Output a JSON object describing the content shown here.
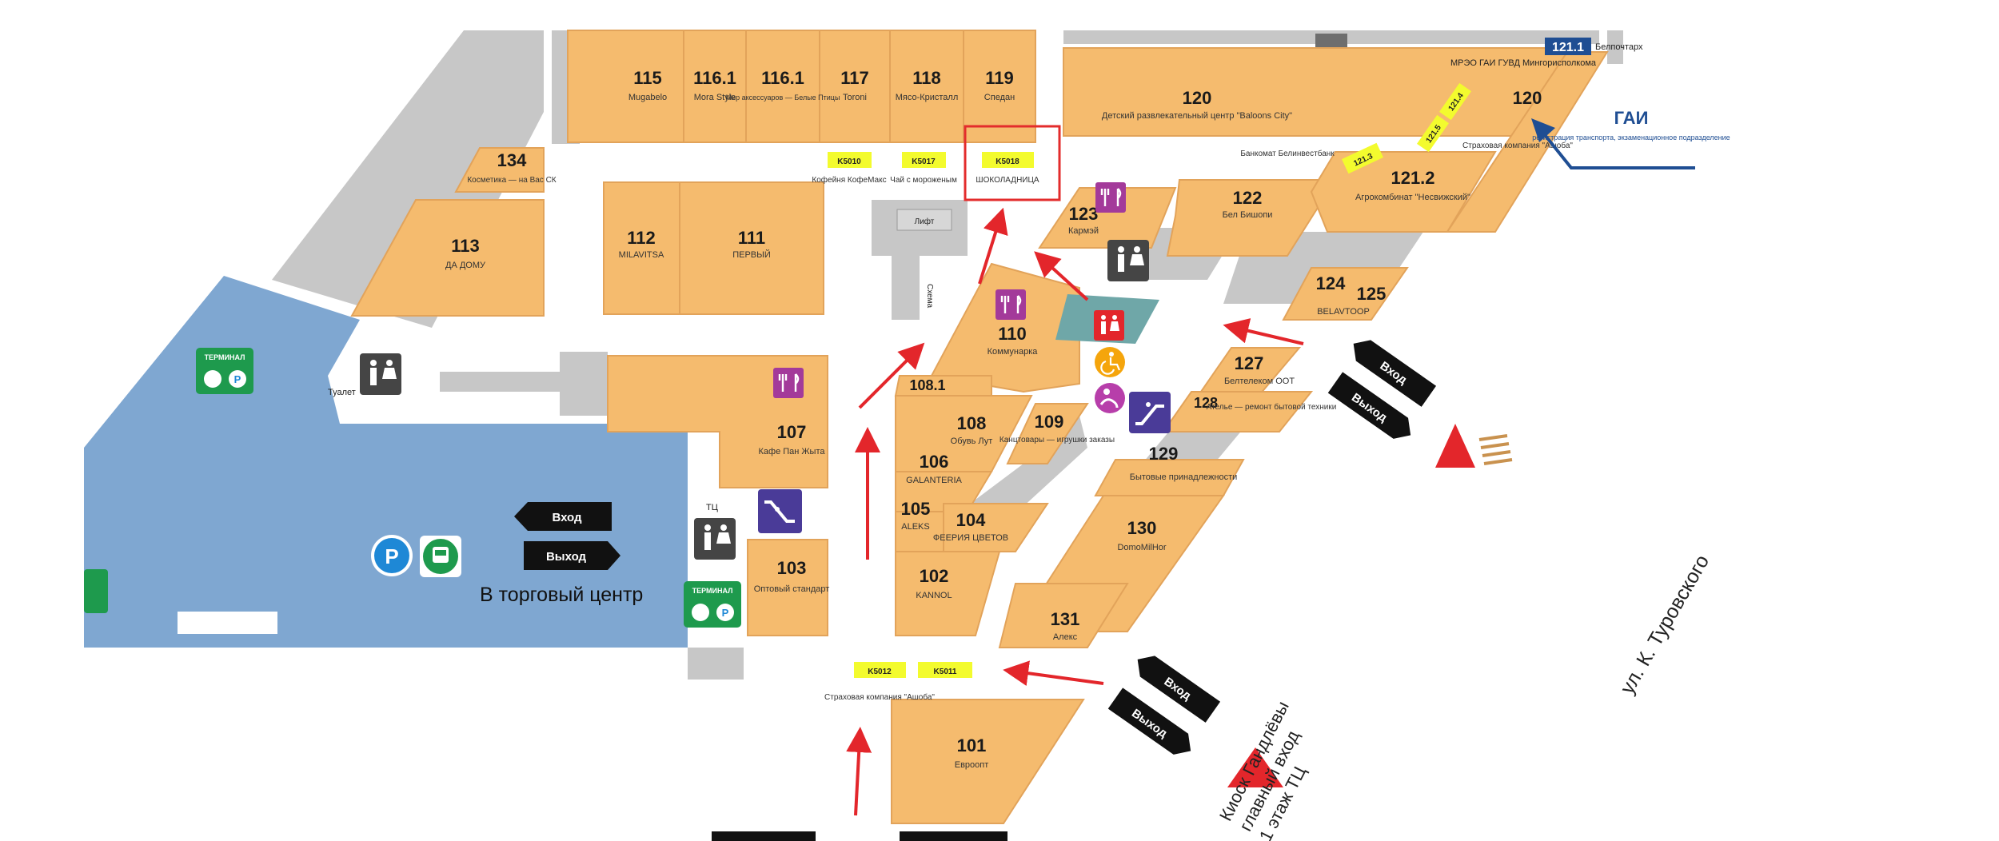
{
  "colors": {
    "shop": "#F5BB6E",
    "shop_stroke": "#E2A35A",
    "grey": "#C7C7C7",
    "parking": "#7FA7D1",
    "kiosk": "#F3FB2E",
    "arrow": "#E3262B",
    "sign": "#111111",
    "food_icon": "#A33A9A",
    "wc_icon": "#454545",
    "escalator_icon": "#4A3B98",
    "gai_blue": "#1F4E93",
    "parking_icon": "#1E88D6",
    "green_icon": "#1E9A4D",
    "highlight": "#E32C2C"
  },
  "shops": {
    "s115": {
      "num": "115",
      "name": "Mugabelo"
    },
    "s116a": {
      "num": "116.1",
      "name": "Mora Style"
    },
    "s116b": {
      "num": "116.1",
      "name": "Мир аксессуаров — Белые Птицы"
    },
    "s117": {
      "num": "117",
      "name": "Toroni"
    },
    "s118": {
      "num": "118",
      "name": "Мясо-Кристалл"
    },
    "s119": {
      "num": "119",
      "name": "Спедан"
    },
    "s120": {
      "num": "120",
      "name": "Детский развлекательный центр \"Baloons City\""
    },
    "s120b": {
      "num": "120",
      "name": "Страховая компания \"Ашоба\""
    },
    "s121_2": {
      "num": "121.2",
      "name": "Агрокомбинат \"Несвижский\""
    },
    "s122": {
      "num": "122",
      "name": "Бел Бишопи"
    },
    "s123": {
      "num": "123",
      "name": "Кармэй"
    },
    "s124": {
      "num": "124",
      "name": "BELAVTOOP"
    },
    "s125": {
      "num": "125",
      "name": ""
    },
    "s127": {
      "num": "127",
      "name": "Белтелеком ООТ"
    },
    "s128": {
      "num": "128",
      "name": "Ателье — ремонт бытовой техники"
    },
    "s129": {
      "num": "129",
      "name": "Бытовые принадлежности"
    },
    "s130": {
      "num": "130",
      "name": "DomoMilHor"
    },
    "s131": {
      "num": "131",
      "name": "Алекс"
    },
    "s134": {
      "num": "134",
      "name": "Косметика — на Вас СК"
    },
    "s113": {
      "num": "113",
      "name": "ДА ДОМУ"
    },
    "s112": {
      "num": "112",
      "name": "MILAVITSA"
    },
    "s111": {
      "num": "111",
      "name": "ПЕРВЫЙ"
    },
    "s110": {
      "num": "110",
      "name": "Коммунарка"
    },
    "s108_1": {
      "num": "108.1",
      "name": ""
    },
    "s108": {
      "num": "108",
      "name": "Обувь Лут"
    },
    "s109": {
      "num": "109",
      "name": "Канцтовары — игрушки заказы"
    },
    "s107": {
      "num": "107",
      "name": "Кафе Пан Жыта"
    },
    "s106": {
      "num": "106",
      "name": "GALANTERIA"
    },
    "s105": {
      "num": "105",
      "name": "ALEKS"
    },
    "s104": {
      "num": "104",
      "name": "ФЕЕРИЯ ЦВЕТОВ"
    },
    "s103": {
      "num": "103",
      "name": "Оптовый стандарт"
    },
    "s102": {
      "num": "102",
      "name": "KANNOL"
    },
    "s101": {
      "num": "101",
      "name": "Евроопт"
    }
  },
  "kiosks": {
    "k1": {
      "code": "K5010",
      "label": "Кофейня КофеМакс"
    },
    "k2": {
      "code": "K5017",
      "label": "Чай с мороженым"
    },
    "k3": {
      "code": "K5018",
      "label": "ШОКОЛАДНИЦА"
    },
    "k4": {
      "code": "K5012",
      "label": "Страховая компания \"Ашоба\""
    },
    "k5": {
      "code": "K5011",
      "label": ""
    },
    "k6": {
      "code": "121.3",
      "label": "Банкомат Белинвестбанк"
    },
    "k7": {
      "code": "121.4",
      "label": ""
    },
    "k8": {
      "code": "121.5",
      "label": ""
    }
  },
  "labels": {
    "s121_1_num": "121.1",
    "s121_1_name": "Белпочтарх",
    "mreo": "МРЭО ГАИ ГУВД Мингорисполкома",
    "gai_title": "ГАИ",
    "gai_sub": "регистрация транспорта, экзаменационное подразделение",
    "lift": "Лифт",
    "stairs": "Схема",
    "toilet_left": "Туалет",
    "tc": "ТЦ",
    "term1": "ТЕРМИНАЛ",
    "term2": "ТЕРМИНАЛ",
    "to_mall": "В торговый центр",
    "entrance": "Вход",
    "exit": "Выход",
    "street": "ул. К. Туровского",
    "bottom_line1": "Киоск Гандлёвы",
    "bottom_line2": "главный вход",
    "bottom_line3": "1 этаж ТЦ"
  },
  "icons": {
    "food": "fork-knife-icon",
    "wc": "toilet-icon",
    "escalator": "escalator-icon",
    "accessible": "wheelchair-icon",
    "baby": "baby-room-icon",
    "parking": "parking-icon",
    "bus": "bus-icon",
    "gai_arrow": "arrow-up-left-icon",
    "triangle": "red-triangle-icon"
  }
}
